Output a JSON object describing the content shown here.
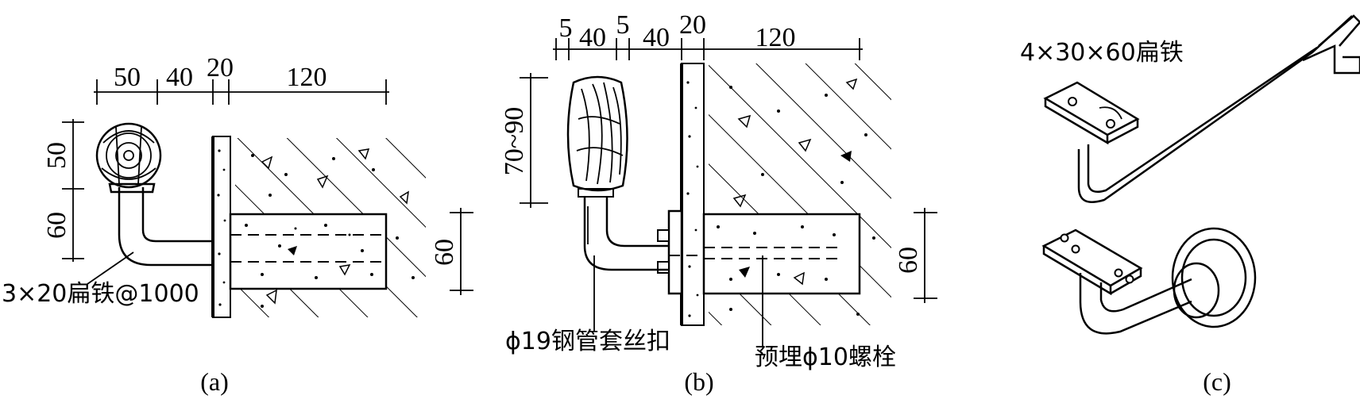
{
  "panel_a": {
    "dims_top": [
      "50",
      "40",
      "20",
      "120"
    ],
    "dims_left": [
      "50",
      "60"
    ],
    "dim_right": "60",
    "note": "3×20扁铁@1000",
    "caption": "(a)"
  },
  "panel_b": {
    "dims_top": [
      "5",
      "40",
      "5",
      "40",
      "20",
      "120"
    ],
    "dim_left": "70~90",
    "dim_right": "60",
    "note_pipe": "ϕ19钢管套丝扣",
    "note_bolt": "预埋ϕ10螺栓",
    "caption": "(b)"
  },
  "panel_c": {
    "note": "4×30×60扁铁",
    "caption": "(c)"
  }
}
